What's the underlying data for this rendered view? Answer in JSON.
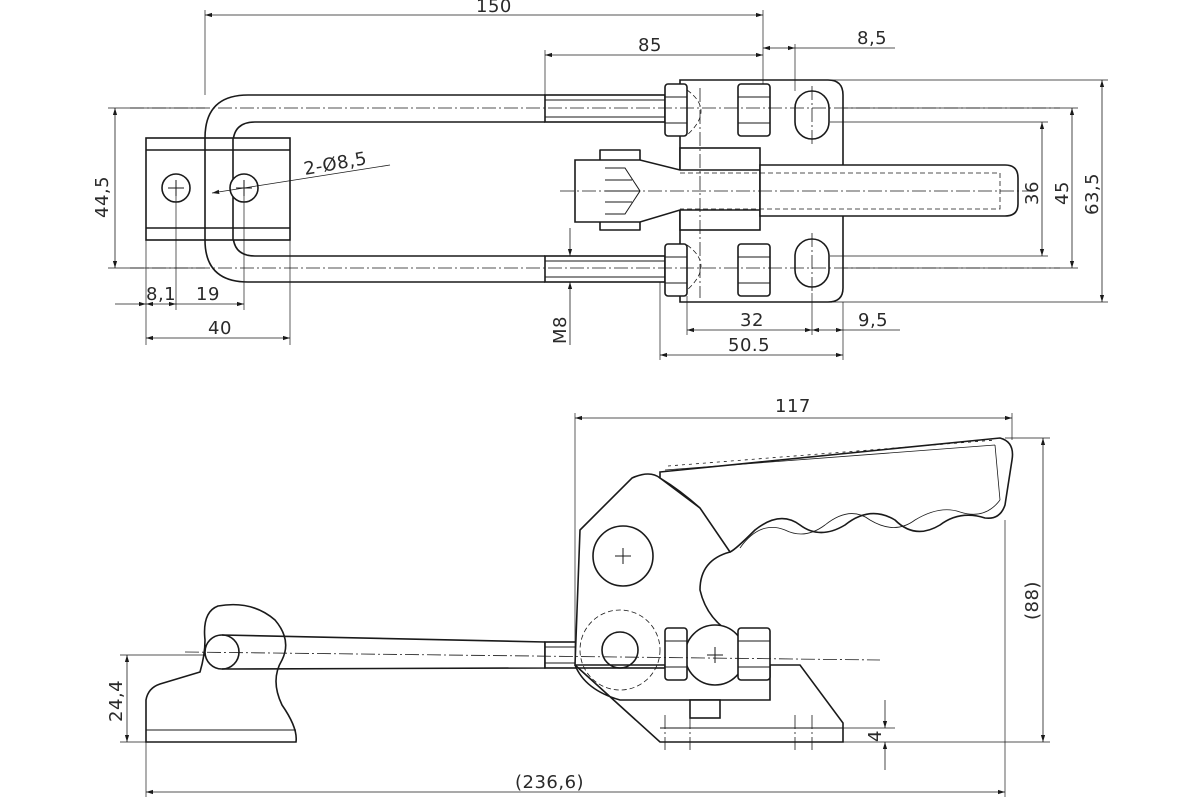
{
  "top_view": {
    "dims": {
      "overall_length": "150",
      "rod_to_slot": "85",
      "slot_offset": "8,5",
      "bracket_height": "44,5",
      "hole_spec": "2-Ø8,5",
      "hole_dist_a": "8,1",
      "hole_dist_b": "19",
      "bracket_width": "40",
      "thread": "M8",
      "slot_pitch": "32",
      "slot_edge": "9,5",
      "base_width": "50.5",
      "slot_span": "36",
      "plate_height": "45",
      "overall_height": "63,5"
    }
  },
  "side_view": {
    "dims": {
      "handle_length": "117",
      "overall_height": "(88)",
      "hook_height": "24,4",
      "base_thickness": "4",
      "overall_length": "(236,6)"
    }
  }
}
